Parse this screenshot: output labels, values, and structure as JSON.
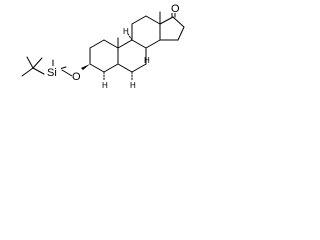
{
  "structure": {
    "atoms": {
      "ketone_oxygen": "O",
      "ether_oxygen": "O",
      "silicon": "Si"
    },
    "stereo_hydrogens": [
      "H",
      "H",
      "H",
      "H"
    ],
    "colors": {
      "bond": "#000000",
      "background": "#ffffff"
    }
  }
}
